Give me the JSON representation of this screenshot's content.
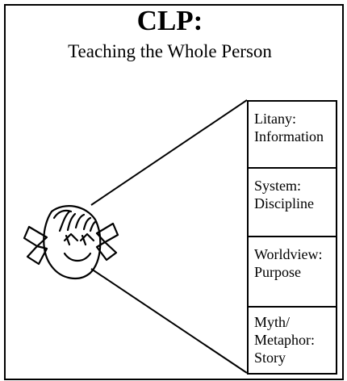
{
  "header": {
    "title": "CLP:",
    "subtitle": "Teaching the Whole Person"
  },
  "layers": [
    {
      "lines": [
        "Litany:",
        "Information"
      ]
    },
    {
      "lines": [
        "System:",
        "Discipline"
      ]
    },
    {
      "lines": [
        "Worldview:",
        "Purpose"
      ]
    },
    {
      "lines": [
        "Myth/",
        "Metaphor:",
        "Story"
      ]
    }
  ],
  "colors": {
    "line": "#000000",
    "background": "#ffffff"
  },
  "icons": {
    "figure": "girl-face-drawing"
  }
}
